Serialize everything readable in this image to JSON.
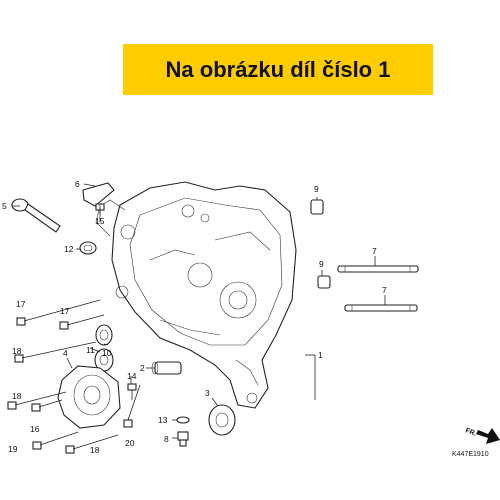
{
  "banner": {
    "text": "Na obrázku díl číslo 1",
    "color": "#ffcc00"
  },
  "callouts": [
    "1",
    "2",
    "3",
    "4",
    "5",
    "6",
    "7",
    "7",
    "8",
    "9",
    "9",
    "10",
    "11",
    "12",
    "13",
    "14",
    "15",
    "16",
    "17",
    "17",
    "18",
    "18",
    "18",
    "19",
    "20"
  ],
  "diagram_code": "K447E1910",
  "direction_label": "FR."
}
